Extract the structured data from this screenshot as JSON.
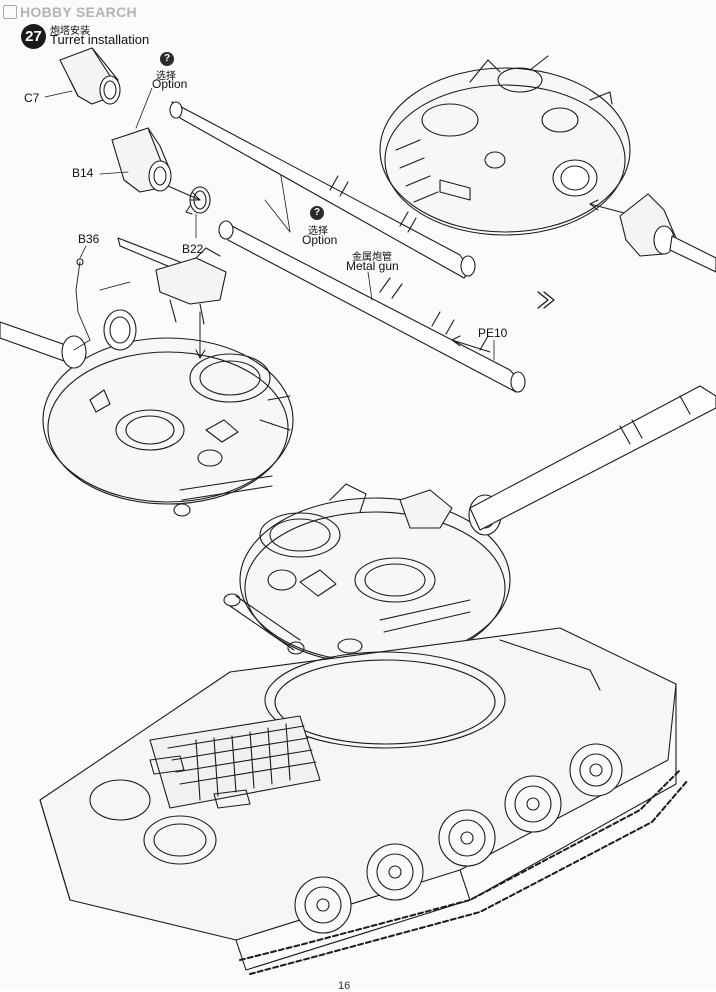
{
  "watermark": {
    "text": "HOBBY SEARCH"
  },
  "step": {
    "number": "27",
    "title_cn": "炮塔安装",
    "title_en": "Turret installation"
  },
  "callouts": {
    "c7": "C7",
    "b14": "B14",
    "b36": "B36",
    "b22": "B22",
    "pe10": "PE10",
    "option1_cn": "选择",
    "option1_en": "Option",
    "option2_cn": "选择",
    "option2_en": "Option",
    "metal_gun_cn": "金属炮管",
    "metal_gun_en": "Metal gun",
    "option_badge": "?"
  },
  "page_number": "16"
}
